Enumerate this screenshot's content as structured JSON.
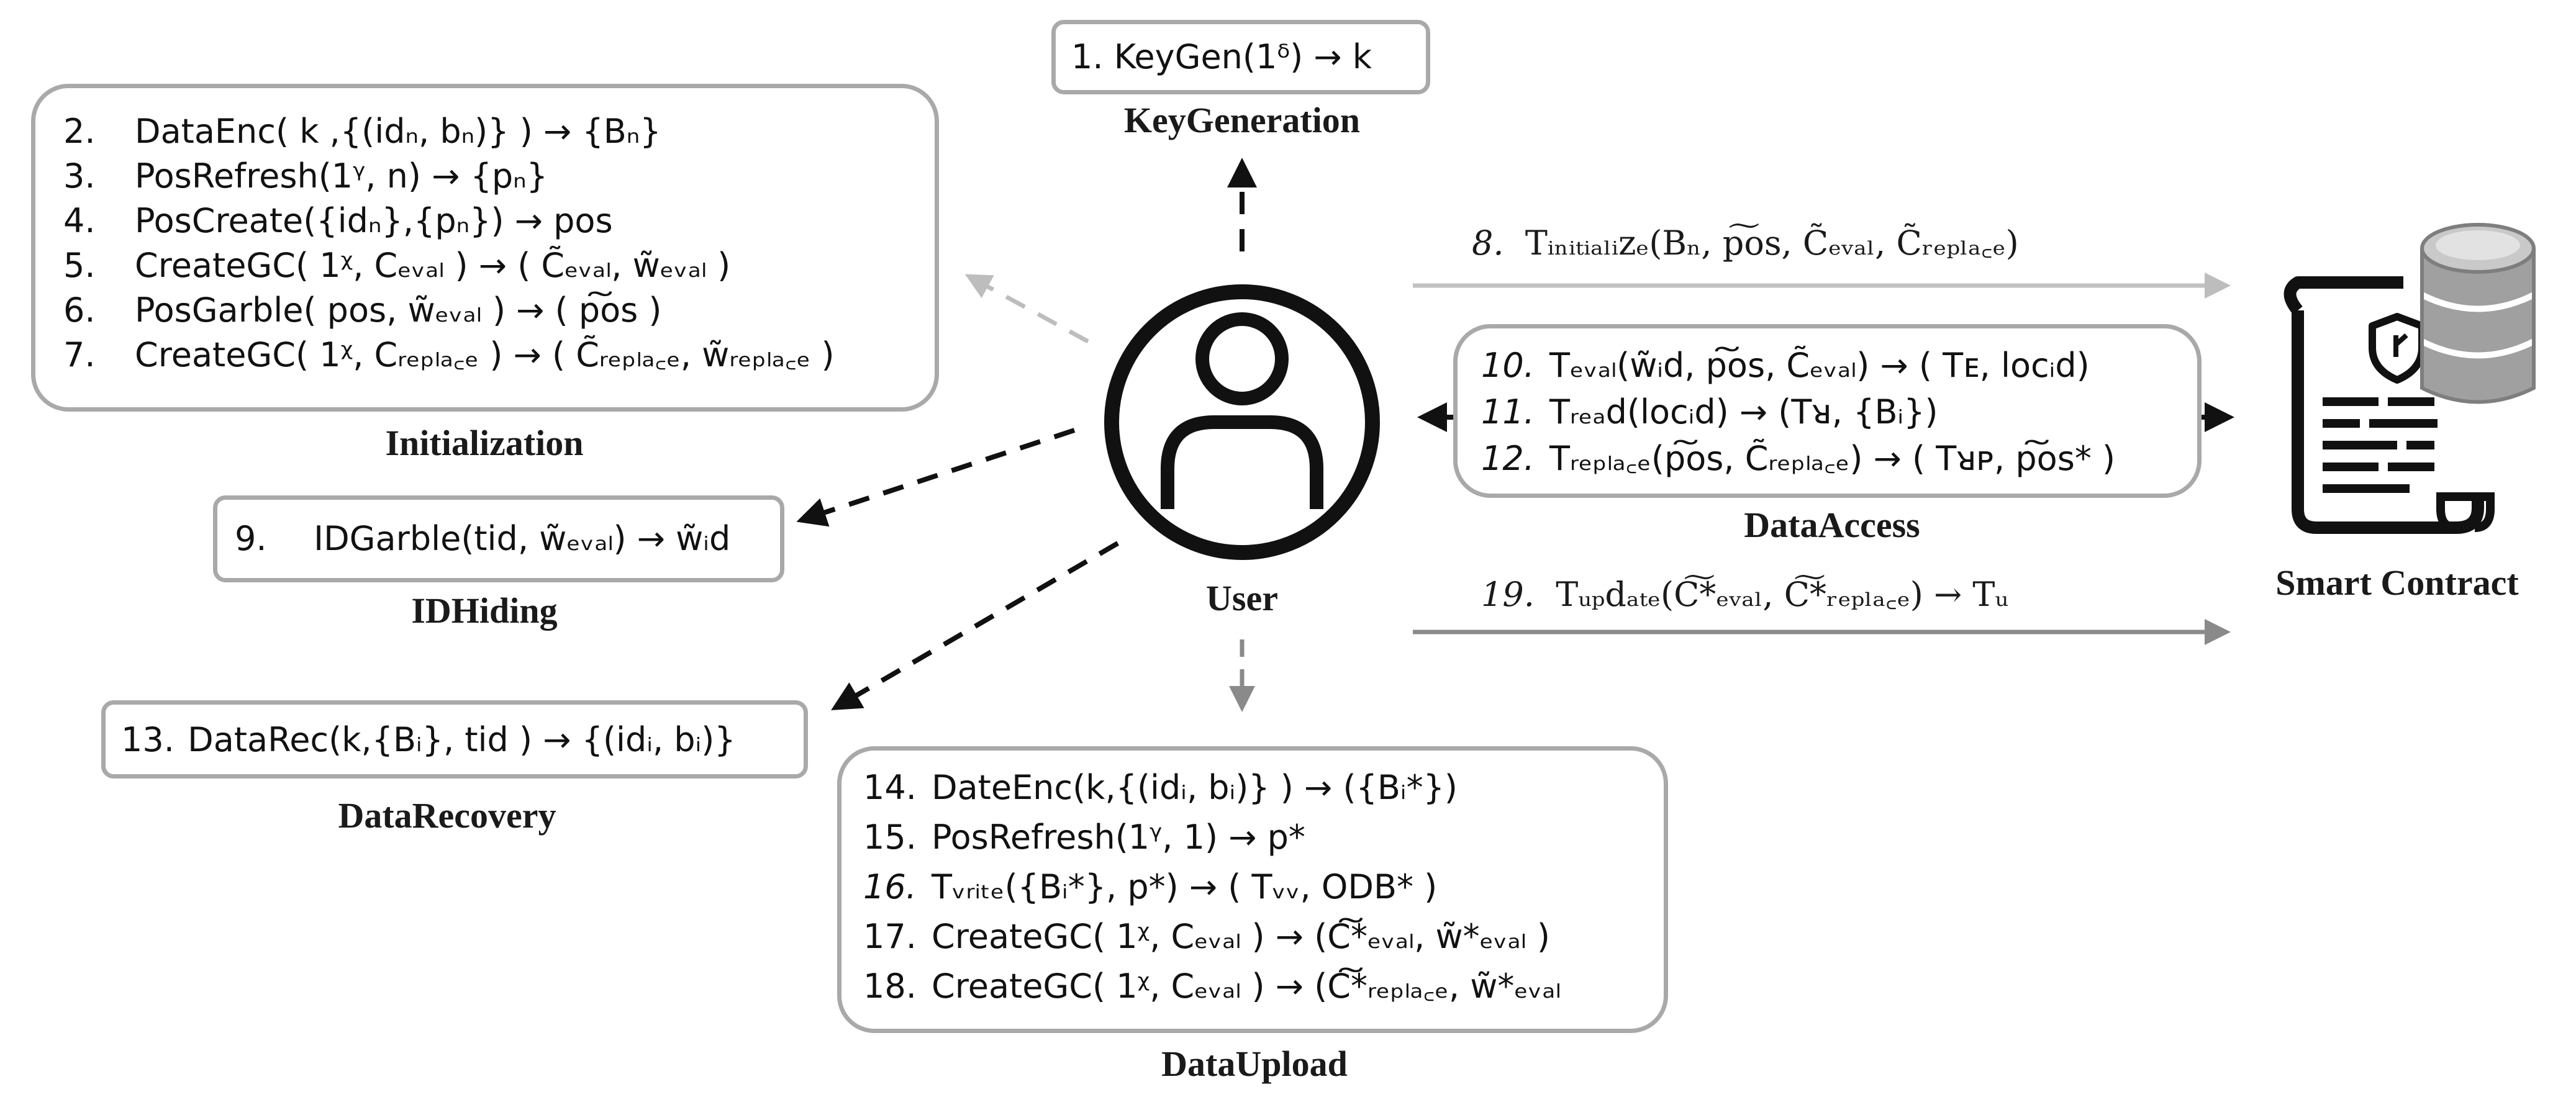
{
  "keygen": {
    "label": "KeyGeneration",
    "step": "1.",
    "formula": "KeyGen(1ᵟ) → k"
  },
  "initialization": {
    "label": "Initialization",
    "steps": [
      {
        "num": "2.",
        "formula": "DataEnc( k ,{(idₙ, bₙ)} ) → {Bₙ}"
      },
      {
        "num": "3.",
        "formula": "PosRefresh(1ᵞ, n) → {pₙ}"
      },
      {
        "num": "4.",
        "formula": "PosCreate({idₙ},{pₙ}) → pos"
      },
      {
        "num": "5.",
        "formula": "CreateGC( 1ᵡ, Cₑᵥₐₗ ) → ( C̃ₑᵥₐₗ, w̃ₑᵥₐₗ )"
      },
      {
        "num": "6.",
        "formula": "PosGarble( pos, w̃ₑᵥₐₗ ) → ( p͠os )"
      },
      {
        "num": "7.",
        "formula": "CreateGC( 1ᵡ, Cᵣₑₚₗₐ꜀ₑ ) → ( C̃ᵣₑₚₗₐ꜀ₑ, w̃ᵣₑₚₗₐ꜀ₑ )"
      }
    ]
  },
  "idhiding": {
    "label": "IDHiding",
    "step": "9.",
    "formula": "IDGarble(tid, w̃ₑᵥₐₗ) → w̃ᵢd"
  },
  "datarecovery": {
    "label": "DataRecovery",
    "step": "13.",
    "formula": "DataRec(k,{Bᵢ}, tid ) → {(idᵢ, bᵢ)}"
  },
  "dataupload": {
    "label": "DataUpload",
    "steps": [
      {
        "num": "14.",
        "formula": "DateEnc(k,{(idᵢ, bᵢ)} ) → ({Bᵢ*})"
      },
      {
        "num": "15.",
        "formula": "PosRefresh(1ᵞ, 1) → p*"
      },
      {
        "num": "16.",
        "formula": "Tᵥᵣᵢₜₑ({Bᵢ*}, p*) → ( Tᵥᵥ, ODB* )"
      },
      {
        "num": "17.",
        "formula": "CreateGC( 1ᵡ, Cₑᵥₐₗ ) → (C͠*ₑᵥₐₗ, w̃*ₑᵥₐₗ )"
      },
      {
        "num": "18.",
        "formula": "CreateGC( 1ᵡ, Cₑᵥₐₗ ) → (C͠*ᵣₑₚₗₐ꜀ₑ, w̃*ₑᵥₐₗ"
      }
    ]
  },
  "dataaccess": {
    "label": "DataAccess",
    "steps": [
      {
        "num": "10.",
        "formula": "Tₑᵥₐₗ(w̃ᵢd, p͠os, C̃ₑᵥₐₗ) → ( Tᴇ, locᵢd)"
      },
      {
        "num": "11.",
        "formula": "Tᵣₑₐd(locᵢd) → (Tᴚ, {Bᵢ})"
      },
      {
        "num": "12.",
        "formula": "Tᵣₑₚₗₐ꜀ₑ(p͠os, C̃ᵣₑₚₗₐ꜀ₑ) → ( Tᴚᴘ, p͠os* )"
      }
    ]
  },
  "tx_initialize": {
    "num": "8.",
    "formula": "Tᵢₙᵢₜᵢₐₗᵢzₑ(Bₙ, p͠os, C̃ₑᵥₐₗ, C̃ᵣₑₚₗₐ꜀ₑ)"
  },
  "tx_update": {
    "num": "19.",
    "formula": "Tᵤₚdₐₜₑ(C͠*ₑᵥₐₗ, C͠*ᵣₑₚₗₐ꜀ₑ) → Tᵤ"
  },
  "user": {
    "label": "User",
    "icon": "user-icon"
  },
  "contract": {
    "label": "Smart Contract",
    "icon": "smart-contract-icon"
  },
  "colors": {
    "box_border": "#a9a9a9",
    "arrow_dark": "#111111",
    "arrow_light": "#b8b8b8",
    "arrow_mid": "#8a8a8a"
  }
}
